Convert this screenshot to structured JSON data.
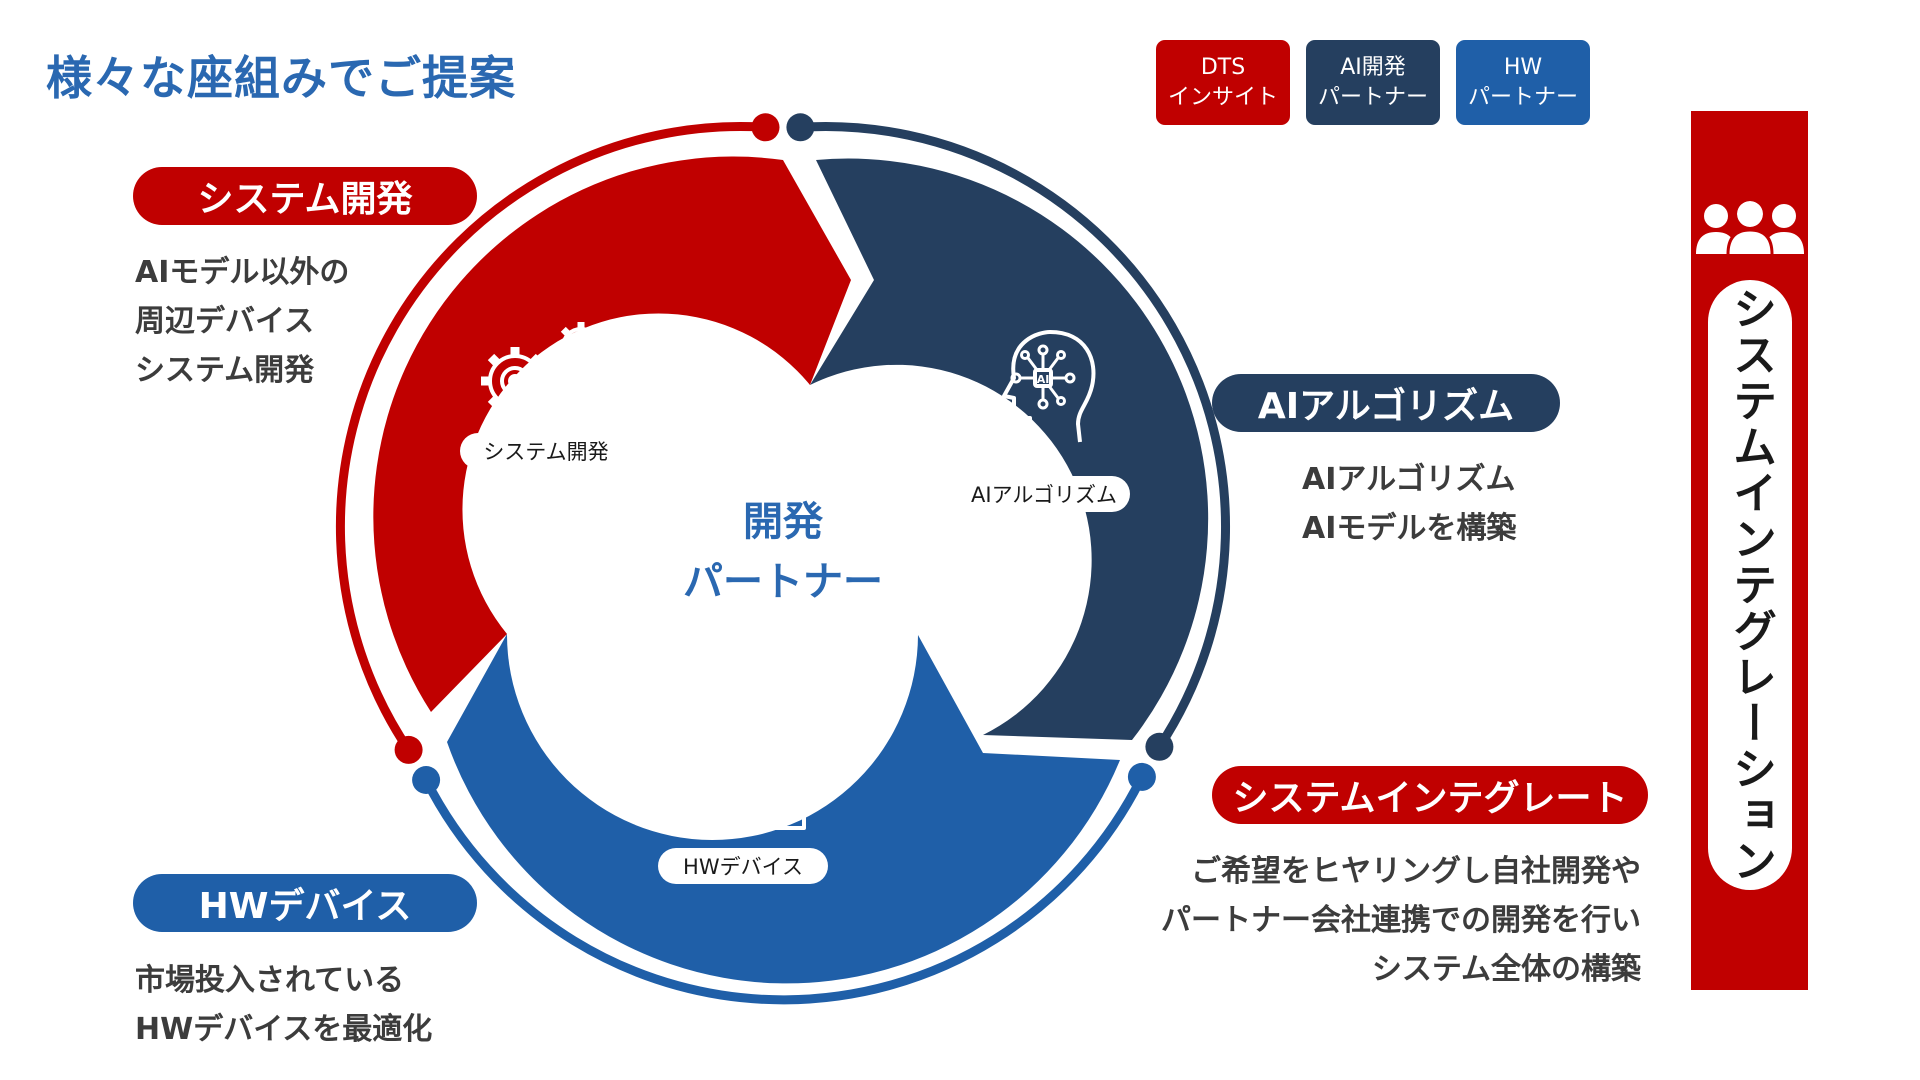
{
  "title": "様々な座組みでご提案",
  "legend": [
    {
      "label": "DTS\nインサイト",
      "color": "#c00000"
    },
    {
      "label": "AI開発\nパートナー",
      "color": "#253f5f"
    },
    {
      "label": "HW\nパートナー",
      "color": "#1f5fa8"
    }
  ],
  "cycle": {
    "center_line1": "開発",
    "center_line2": "パートナー",
    "segment_system": "システム開発",
    "segment_ai": "AIアルゴリズム",
    "segment_hw": "HWデバイス",
    "ai_chip_label": "AI"
  },
  "system_dev": {
    "heading": "システム開発",
    "lines": [
      "AIモデル以外の",
      "周辺デバイス",
      "システム開発"
    ]
  },
  "ai_algo": {
    "heading": "AIアルゴリズム",
    "lines": [
      "AIアルゴリズム",
      "AIモデルを構築"
    ]
  },
  "hw_device": {
    "heading": "HWデバイス",
    "lines": [
      "市場投入されている",
      "HWデバイスを最適化"
    ]
  },
  "system_integrate": {
    "heading": "システムインテグレート",
    "lines": [
      "ご希望をヒヤリングし自社開発や",
      "パートナー会社連携での開発を行い",
      "システム全体の構築"
    ]
  },
  "side_bar": {
    "label": "システムインテグレーション",
    "icon": "people-group-icon"
  },
  "colors": {
    "red": "#c00000",
    "navy": "#253f5f",
    "blue": "#1f5fa8",
    "title_blue": "#2a68b1"
  }
}
